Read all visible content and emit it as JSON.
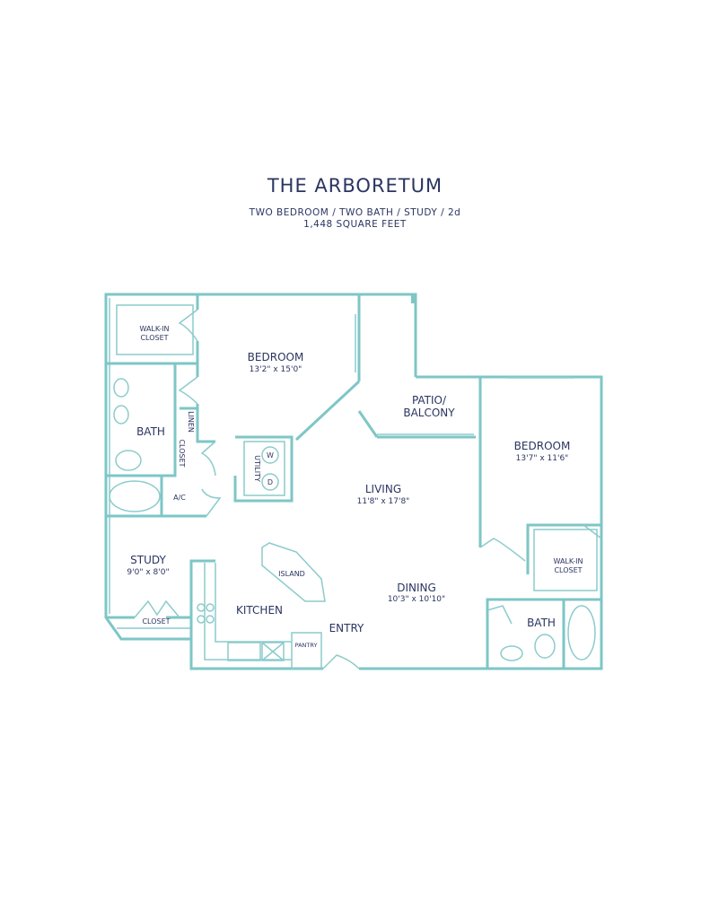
{
  "header": {
    "title": "THE ARBORETUM",
    "subtitle": "TWO BEDROOM / TWO BATH / STUDY / 2d",
    "square_feet": "1,448 SQUARE FEET"
  },
  "rooms": {
    "walk_in_closet_1": {
      "line1": "WALK-IN",
      "line2": "CLOSET"
    },
    "bedroom_1": {
      "label": "BEDROOM",
      "dims": "13'2\" x 15'0\""
    },
    "bath_1": {
      "label": "BATH"
    },
    "linen": {
      "label": "LINEN"
    },
    "closet_1": {
      "label": "CLOSET"
    },
    "ac": {
      "label": "A/C"
    },
    "utility": {
      "label": "UTILITY",
      "washer": "W",
      "dryer": "D"
    },
    "patio": {
      "line1": "PATIO/",
      "line2": "BALCONY"
    },
    "bedroom_2": {
      "label": "BEDROOM",
      "dims": "13'7\" x 11'6\""
    },
    "living": {
      "label": "LIVING",
      "dims": "11'8\" x 17'8\""
    },
    "study": {
      "label": "STUDY",
      "dims": "9'0\" x 8'0\""
    },
    "island": {
      "label": "ISLAND"
    },
    "kitchen": {
      "label": "KITCHEN"
    },
    "study_closet": {
      "label": "CLOSET"
    },
    "entry": {
      "label": "ENTRY"
    },
    "pantry": {
      "label": "PANTRY"
    },
    "dining": {
      "label": "DINING",
      "dims": "10'3\" x 10'10\""
    },
    "walk_in_closet_2": {
      "line1": "WALK-IN",
      "line2": "CLOSET"
    },
    "bath_2": {
      "label": "BATH"
    }
  }
}
